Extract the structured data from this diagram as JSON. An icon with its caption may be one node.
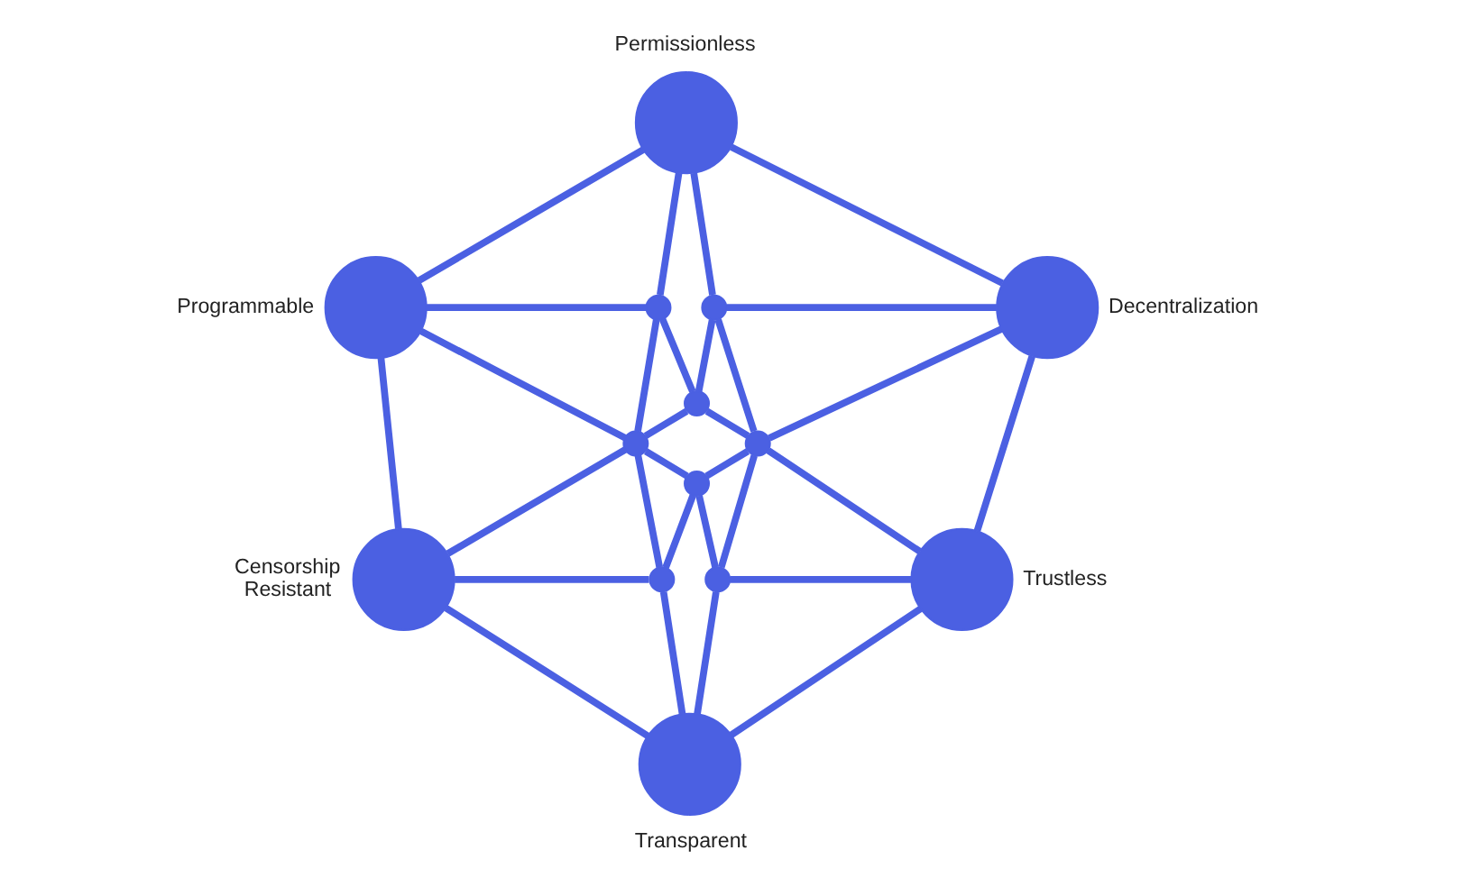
{
  "diagram": {
    "nodes": [
      {
        "text": [
          "Permissionless"
        ]
      },
      {
        "text": [
          "Programmable"
        ]
      },
      {
        "text": [
          "Decentralization"
        ]
      },
      {
        "text": [
          "Censorship Resistant"
        ]
      },
      {
        "text": [
          "Trustless"
        ]
      },
      {
        "text": [
          "Transparent"
        ]
      },
      {
        "text": [],
        "shape": "dot"
      },
      {
        "text": [],
        "shape": "dot"
      },
      {
        "text": [],
        "shape": "dot"
      },
      {
        "text": [],
        "shape": "dot"
      },
      {
        "text": [],
        "shape": "dot"
      },
      {
        "text": [],
        "shape": "dot"
      },
      {
        "text": [],
        "shape": "dot"
      },
      {
        "text": [],
        "shape": "dot"
      }
    ],
    "edges": [
      {
        "from": 0,
        "to": 1,
        "arrow": "none"
      },
      {
        "from": 0,
        "to": 2,
        "arrow": "none"
      },
      {
        "from": 1,
        "to": 3,
        "arrow": "none"
      },
      {
        "from": 2,
        "to": 4,
        "arrow": "none"
      },
      {
        "from": 3,
        "to": 5,
        "arrow": "none"
      },
      {
        "from": 4,
        "to": 5,
        "arrow": "none"
      },
      {
        "from": 0,
        "to": 6,
        "arrow": "none"
      },
      {
        "from": 0,
        "to": 7,
        "arrow": "none"
      },
      {
        "from": 1,
        "to": 6,
        "arrow": "none"
      },
      {
        "from": 7,
        "to": 2,
        "arrow": "none"
      },
      {
        "from": 1,
        "to": 9,
        "arrow": "none"
      },
      {
        "from": 2,
        "to": 10,
        "arrow": "none"
      },
      {
        "from": 6,
        "to": 8,
        "arrow": "none"
      },
      {
        "from": 7,
        "to": 8,
        "arrow": "none"
      },
      {
        "from": 6,
        "to": 9,
        "arrow": "none"
      },
      {
        "from": 7,
        "to": 10,
        "arrow": "none"
      },
      {
        "from": 8,
        "to": 9,
        "arrow": "none"
      },
      {
        "from": 8,
        "to": 10,
        "arrow": "none"
      },
      {
        "from": 9,
        "to": 11,
        "arrow": "none"
      },
      {
        "from": 10,
        "to": 11,
        "arrow": "none"
      },
      {
        "from": 9,
        "to": 12,
        "arrow": "none"
      },
      {
        "from": 10,
        "to": 13,
        "arrow": "none"
      },
      {
        "from": 9,
        "to": 3,
        "arrow": "none"
      },
      {
        "from": 10,
        "to": 4,
        "arrow": "none"
      },
      {
        "from": 11,
        "to": 12,
        "arrow": "none"
      },
      {
        "from": 11,
        "to": 13,
        "arrow": "none"
      },
      {
        "from": 3,
        "to": 12,
        "arrow": "none"
      },
      {
        "from": 13,
        "to": 4,
        "arrow": "none"
      },
      {
        "from": 12,
        "to": 5,
        "arrow": "none"
      },
      {
        "from": 13,
        "to": 5,
        "arrow": "none"
      }
    ]
  }
}
